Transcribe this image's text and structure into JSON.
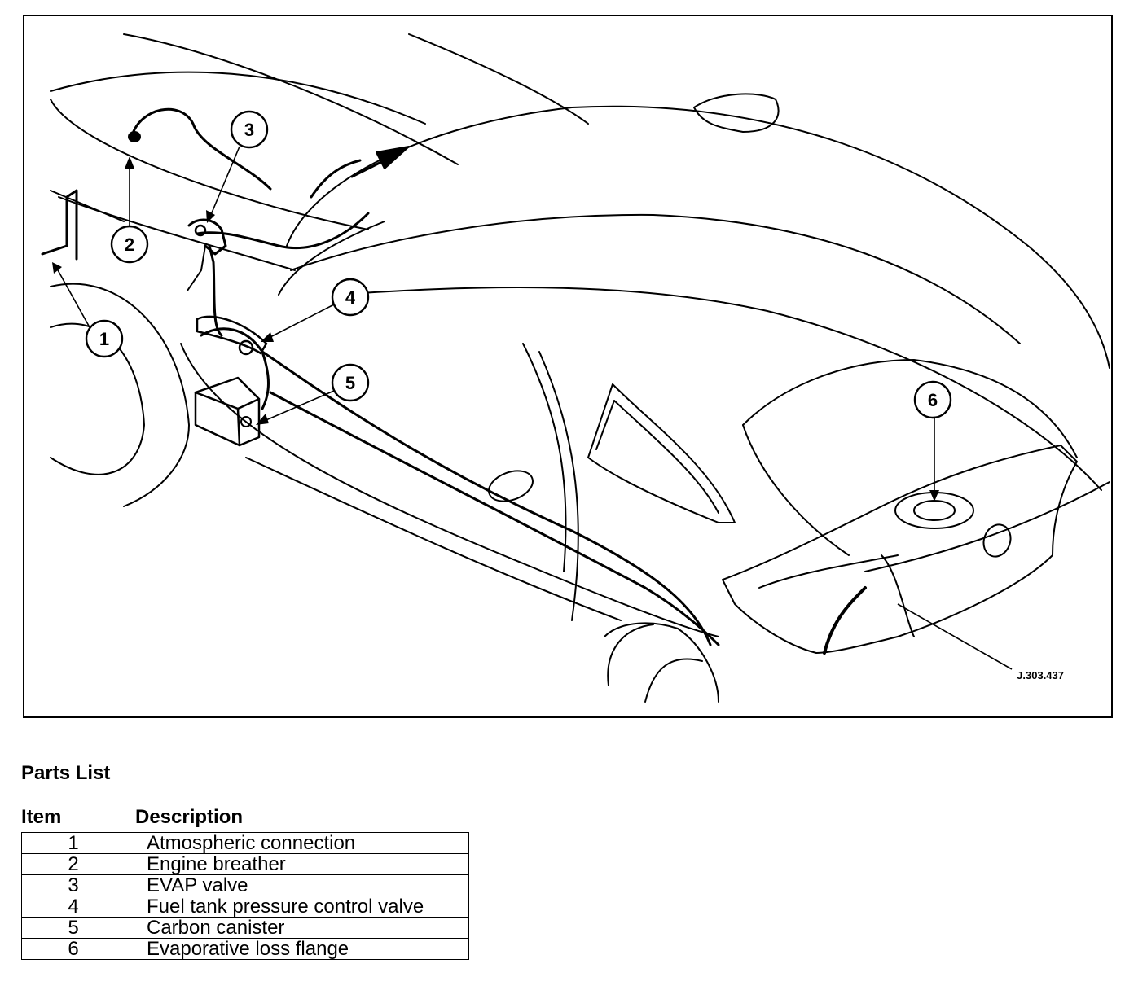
{
  "figure": {
    "reference_code": "J.303.437",
    "callouts": [
      "1",
      "2",
      "3",
      "4",
      "5",
      "6"
    ]
  },
  "parts_list": {
    "title": "Parts List",
    "headers": {
      "item": "Item",
      "description": "Description"
    },
    "rows": [
      {
        "item": "1",
        "description": "Atmospheric connection"
      },
      {
        "item": "2",
        "description": "Engine breather"
      },
      {
        "item": "3",
        "description": "EVAP valve"
      },
      {
        "item": "4",
        "description": "Fuel tank pressure control valve"
      },
      {
        "item": "5",
        "description": "Carbon canister"
      },
      {
        "item": "6",
        "description": "Evaporative loss flange"
      }
    ]
  }
}
